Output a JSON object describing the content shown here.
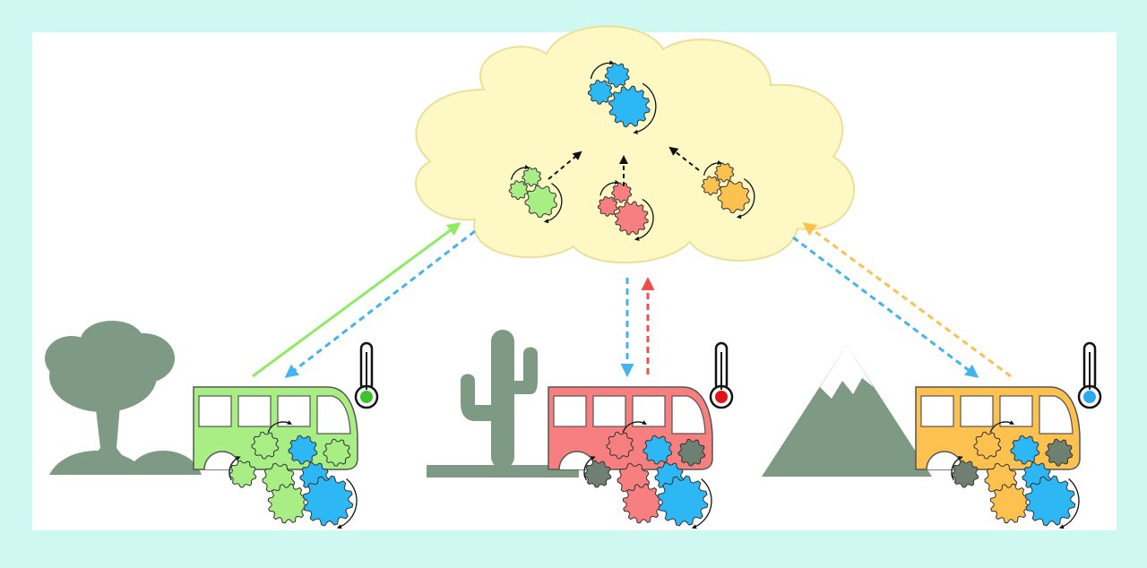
{
  "colors": {
    "background": "#cff8f3",
    "panel": "#ffffff",
    "cloud": "#fdf8c4",
    "cloud_stroke": "#e9e19a",
    "silhouette": "#7e9a85",
    "green": "#a8ee85",
    "red": "#f77f7f",
    "orange": "#fcc14f",
    "blue": "#2db7f5",
    "gray_gear": "#6f8072",
    "arrow_green": "#8fea66",
    "arrow_blue": "#46b4ec",
    "arrow_red": "#f24d4d",
    "arrow_orange": "#fcc14f"
  },
  "cloud": {
    "name": "shared-model-cloud",
    "clusters": [
      {
        "name": "global-gear-cluster",
        "color": "blue"
      },
      {
        "name": "green-gear-cluster",
        "color": "green"
      },
      {
        "name": "red-gear-cluster",
        "color": "red"
      },
      {
        "name": "orange-gear-cluster",
        "color": "orange"
      }
    ]
  },
  "vehicles": [
    {
      "name": "green-bus",
      "color": "green",
      "environment": "tree-icon",
      "thermometer": "thermometer-warm-icon",
      "thermo_color": "#3cc22e"
    },
    {
      "name": "red-bus",
      "color": "red",
      "environment": "cactus-icon",
      "thermometer": "thermometer-hot-icon",
      "thermo_color": "#e01616"
    },
    {
      "name": "orange-bus",
      "color": "orange",
      "environment": "mountain-icon",
      "thermometer": "thermometer-cold-icon",
      "thermo_color": "#2aa9ee"
    }
  ],
  "links": [
    {
      "name": "green-upload-arrow",
      "style": "solid",
      "color": "arrow_green",
      "direction": "up"
    },
    {
      "name": "green-download-arrow",
      "style": "dashed",
      "color": "arrow_blue",
      "direction": "down"
    },
    {
      "name": "red-download-arrow",
      "style": "dashed",
      "color": "arrow_blue",
      "direction": "down"
    },
    {
      "name": "red-upload-arrow",
      "style": "dashed",
      "color": "arrow_red",
      "direction": "up"
    },
    {
      "name": "orange-download-arrow",
      "style": "dashed",
      "color": "arrow_blue",
      "direction": "down"
    },
    {
      "name": "orange-upload-arrow",
      "style": "dashed",
      "color": "arrow_orange",
      "direction": "up"
    }
  ]
}
